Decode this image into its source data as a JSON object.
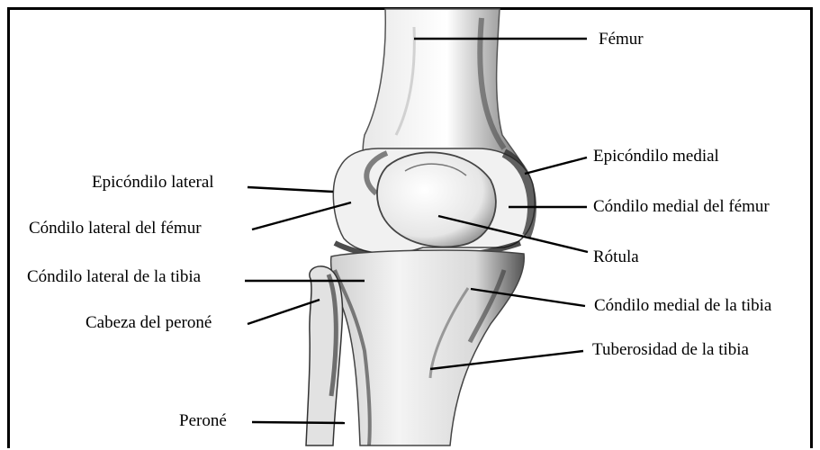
{
  "diagram": {
    "labels": {
      "femur": "Fémur",
      "epicondilo_medial": "Epicóndilo medial",
      "condilo_medial_femur": "Cóndilo medial del fémur",
      "rotula": "Rótula",
      "condilo_medial_tibia": "Cóndilo medial de la tibia",
      "tuberosidad_tibia": "Tuberosidad de la tibia",
      "epicondilo_lateral": "Epicóndilo lateral",
      "condilo_lateral_femur": "Cóndilo lateral del fémur",
      "condilo_lateral_tibia": "Cóndilo lateral de la tibia",
      "cabeza_perone": "Cabeza del peroné",
      "perone": "Peroné"
    },
    "colors": {
      "line": "#000000",
      "bone_shadow": "#3a3a3a",
      "bone_mid": "#9a9a9a",
      "background": "#ffffff"
    }
  }
}
